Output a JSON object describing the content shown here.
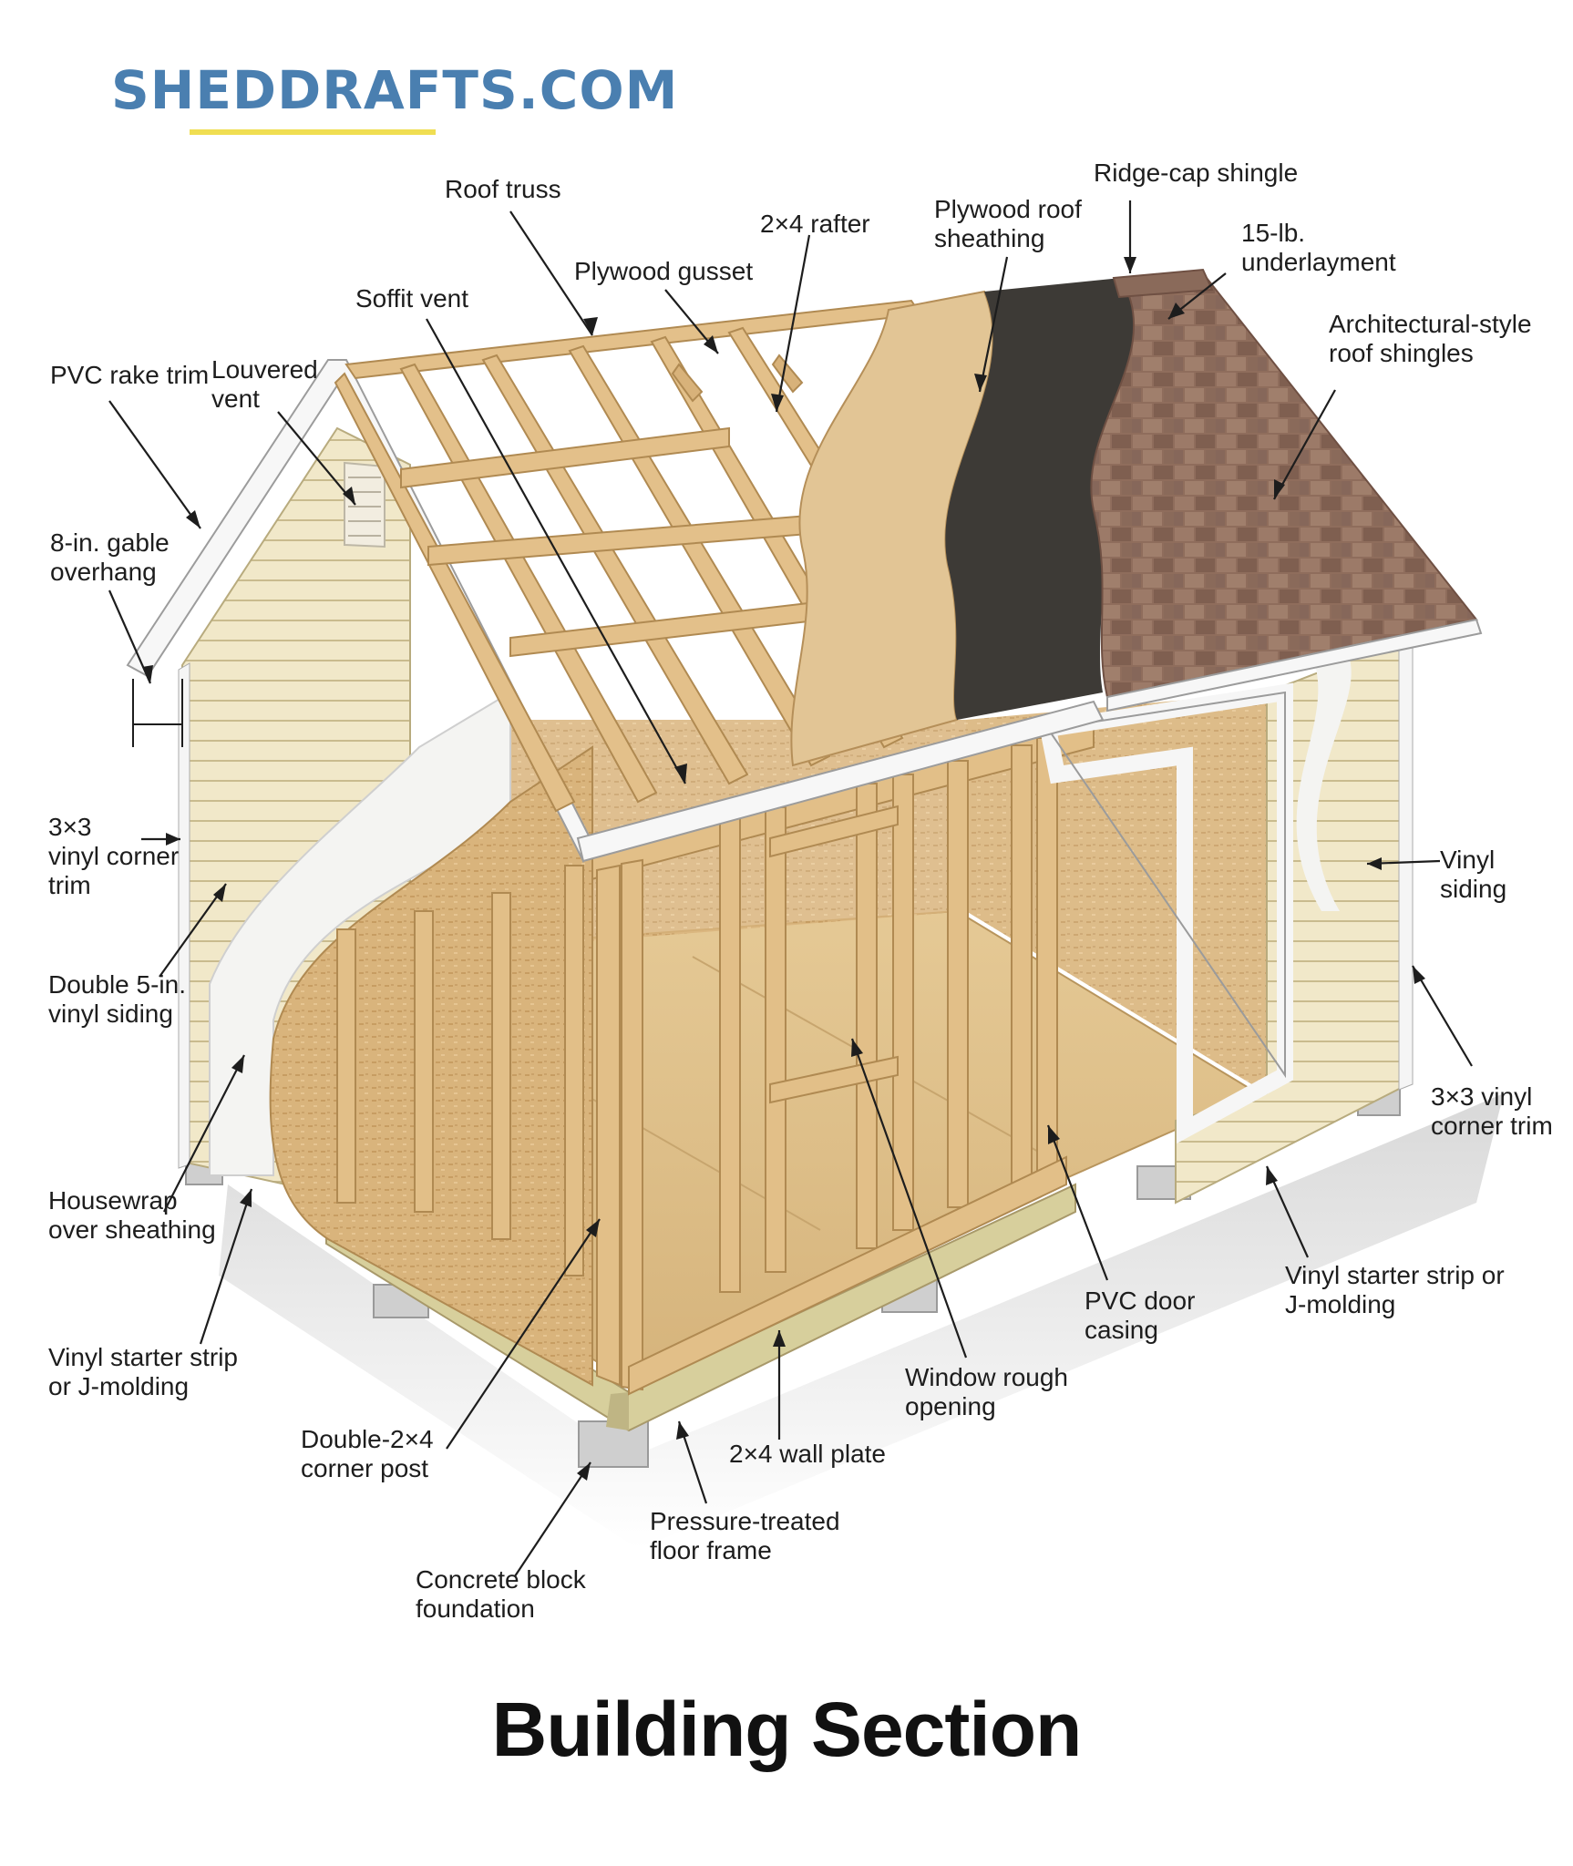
{
  "logo": "SHEDDRAFTS.COM",
  "title": "Building Section",
  "callouts": {
    "roof_truss": "Roof truss",
    "rafter": "2×4 rafter",
    "plywood_roof_sheathing": "Plywood roof\nsheathing",
    "ridge_cap": "Ridge-cap shingle",
    "underlayment": "15-lb.\nunderlayment",
    "plywood_gusset": "Plywood gusset",
    "soffit_vent": "Soffit vent",
    "architectural_shingles": "Architectural-style\nroof shingles",
    "pvc_rake_trim": "PVC rake trim",
    "louvered_vent": "Louvered\nvent",
    "gable_overhang": "8-in. gable\noverhang",
    "corner_trim_left": "3×3\nvinyl corner\ntrim",
    "double_siding": "Double 5-in.\nvinyl siding",
    "housewrap": "Housewrap\nover sheathing",
    "starter_strip_left": "Vinyl starter strip\nor J-molding",
    "double_corner_post": "Double-2×4\ncorner post",
    "concrete_block": "Concrete block\nfoundation",
    "pt_floor_frame": "Pressure-treated\nfloor frame",
    "wall_plate": "2×4 wall plate",
    "window_rough_opening": "Window rough\nopening",
    "pvc_door_casing": "PVC door\ncasing",
    "starter_strip_right": "Vinyl starter strip or\nJ-molding",
    "vinyl_siding_right": "Vinyl\nsiding",
    "corner_trim_right": "3×3 vinyl\ncorner trim"
  },
  "colors": {
    "logo_blue": "#4a7fb0",
    "logo_underline": "#f0de52",
    "lumber": "#e3c08a",
    "osb": "#d8b27a",
    "vinyl_siding": "#efe6c6",
    "housewrap": "#f4f4f2",
    "underlayment": "#3d3a36",
    "shingles": "#8c6a5a",
    "concrete": "#c9c9c9"
  }
}
